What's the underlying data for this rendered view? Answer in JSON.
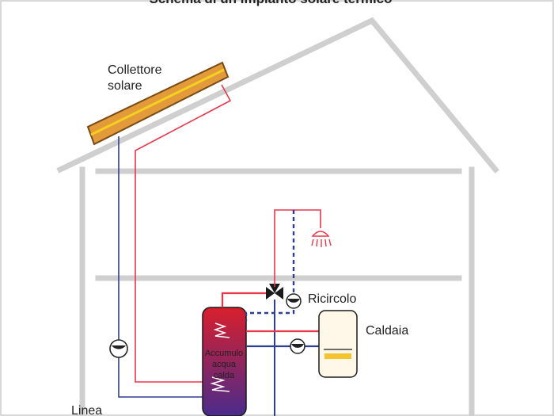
{
  "title": "Schema di un impianto solare termico",
  "labels": {
    "collector_line1": "Collettore",
    "collector_line2": "solare",
    "tank_line1": "Accumulo",
    "tank_line2": "acqua",
    "tank_line3": "calda",
    "recirculation": "Ricircolo",
    "boiler": "Caldaia",
    "bottom_left": "Linea"
  },
  "colors": {
    "hot": "#e8364a",
    "cold": "#2e3f8f",
    "structure": "#cfcfcf",
    "panel_fill": "#e39a3b",
    "panel_stripe": "#f4d020",
    "tank_top": "#d81f2c",
    "tank_bottom": "#4a2b8c"
  },
  "icons": [
    "pump-icon",
    "mixing-valve-icon",
    "shower-head-icon",
    "heat-exchanger-icon"
  ]
}
